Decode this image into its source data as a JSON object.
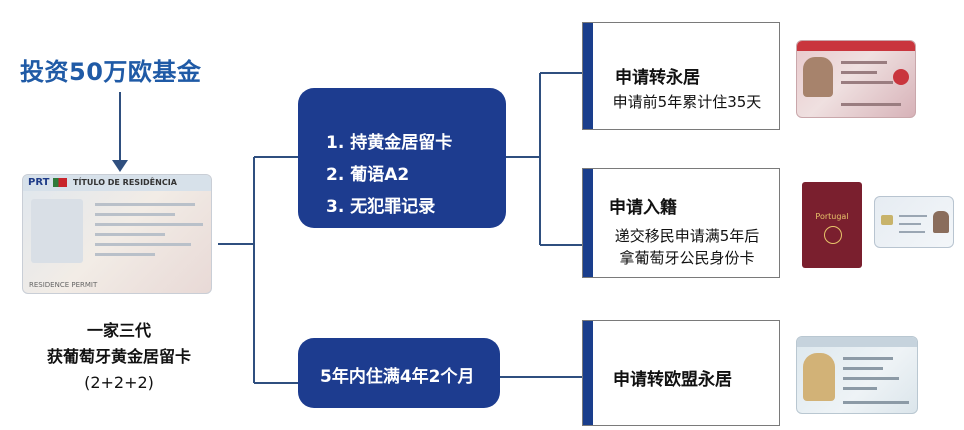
{
  "colors": {
    "navy": "#1d3c8f",
    "card_bar": "#1a3e8c",
    "headline": "#1f5aa6",
    "connector": "#2f4f7f"
  },
  "left": {
    "headline": "投资50万欧基金",
    "residence_card": {
      "code": "PRT",
      "title": "TÍTULO DE RESIDÊNCIA",
      "footer": "RESIDENCE PERMIT"
    },
    "caption_line1": "一家三代",
    "caption_line2": "获葡萄牙黄金居留卡",
    "caption_line3": "(2+2+2)"
  },
  "middle": {
    "requirements": [
      "1. 持黄金居留卡",
      "2. 葡语A2",
      "3. 无犯罪记录"
    ],
    "residency": "5年内住满4年2个月"
  },
  "right": {
    "permanent": {
      "title": "申请转永居",
      "text": "申请前5年累计住35天"
    },
    "citizenship": {
      "title": "申请入籍",
      "line1": "递交移民申请满5年后",
      "line2": "拿葡萄牙公民身份卡"
    },
    "eu": {
      "title": "申请转欧盟永居"
    },
    "passport_label": "Portugal"
  }
}
